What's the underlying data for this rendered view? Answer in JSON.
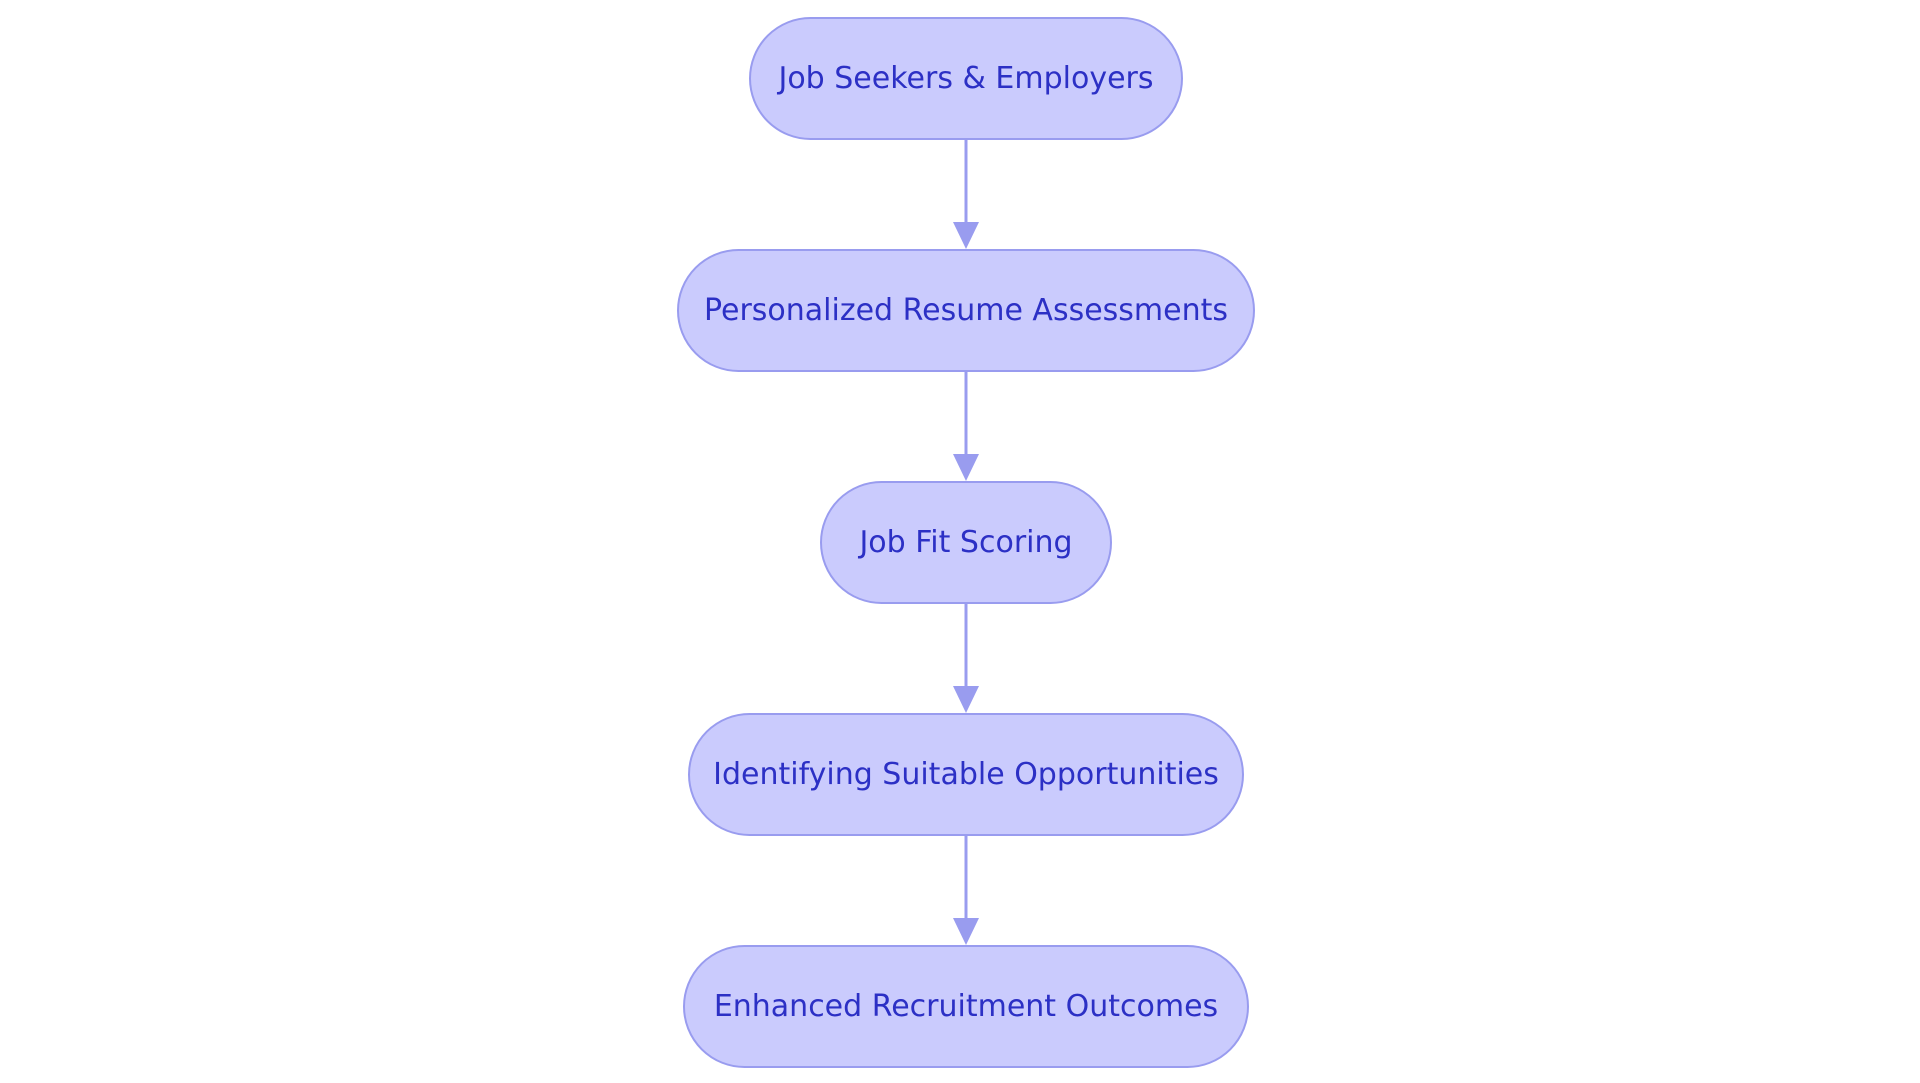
{
  "diagram": {
    "nodes": [
      {
        "label": "Job Seekers & Employers"
      },
      {
        "label": "Personalized Resume Assessments"
      },
      {
        "label": "Job Fit Scoring"
      },
      {
        "label": "Identifying Suitable Opportunities"
      },
      {
        "label": "Enhanced Recruitment Outcomes"
      }
    ],
    "edges": [
      {
        "from": "Job Seekers & Employers",
        "to": "Personalized Resume Assessments"
      },
      {
        "from": "Personalized Resume Assessments",
        "to": "Job Fit Scoring"
      },
      {
        "from": "Job Fit Scoring",
        "to": "Identifying Suitable Opportunities"
      },
      {
        "from": "Identifying Suitable Opportunities",
        "to": "Enhanced Recruitment Outcomes"
      }
    ]
  },
  "colors": {
    "node_fill": "#cacbfd",
    "node_border": "#999cef",
    "node_text": "#2c30c5",
    "edge": "#999cef"
  }
}
